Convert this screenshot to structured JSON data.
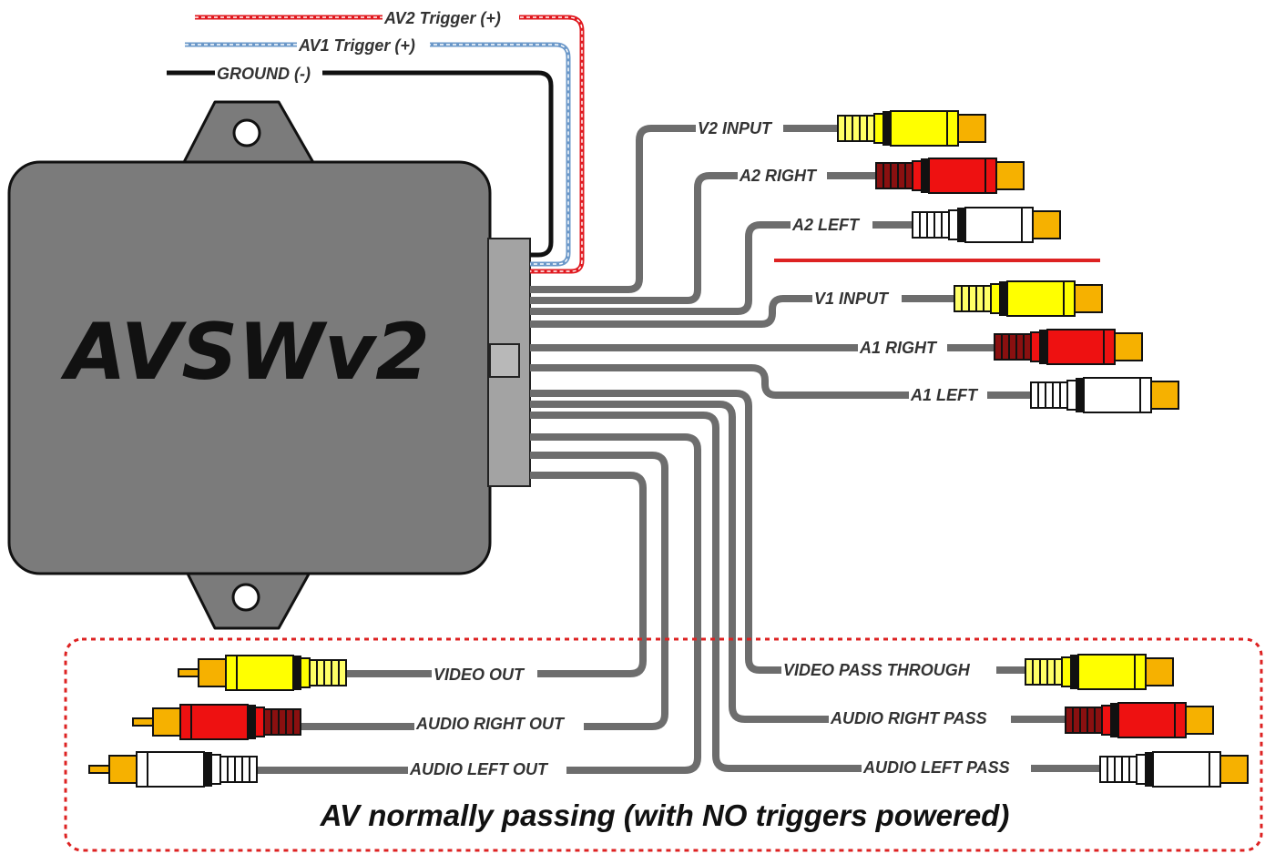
{
  "title": "AVSWv2",
  "footer_note": "AV normally passing (with NO triggers powered)",
  "trigger_wires": [
    {
      "label": "AV2 Trigger (+)",
      "color": "#e0191f",
      "style": "dashed"
    },
    {
      "label": "AV1 Trigger (+)",
      "color": "#6b98c9",
      "style": "dashed"
    },
    {
      "label": "GROUND (-)",
      "color": "#111111",
      "style": "solid"
    }
  ],
  "input_group_2": [
    {
      "label": "V2 INPUT",
      "plug_color": "yellow"
    },
    {
      "label": "A2 RIGHT",
      "plug_color": "red"
    },
    {
      "label": "A2 LEFT",
      "plug_color": "white"
    }
  ],
  "input_group_1": [
    {
      "label": "V1 INPUT",
      "plug_color": "yellow"
    },
    {
      "label": "A1 RIGHT",
      "plug_color": "red"
    },
    {
      "label": "A1 LEFT",
      "plug_color": "white"
    }
  ],
  "outputs": [
    {
      "label": "VIDEO OUT",
      "plug_color": "yellow"
    },
    {
      "label": "AUDIO RIGHT OUT",
      "plug_color": "red"
    },
    {
      "label": "AUDIO LEFT OUT",
      "plug_color": "white"
    }
  ],
  "pass_through": [
    {
      "label": "VIDEO PASS THROUGH",
      "plug_color": "yellow"
    },
    {
      "label": "AUDIO RIGHT PASS",
      "plug_color": "red"
    },
    {
      "label": "AUDIO LEFT PASS",
      "plug_color": "white"
    }
  ],
  "colors": {
    "box_fill": "#7b7b7b",
    "cable": "#6d6d6d",
    "plug_yellow": "#ffff00",
    "plug_red": "#ee1111",
    "plug_white": "#ffffff",
    "plug_tip": "#f6b100",
    "divider": "#dd2222",
    "group_border": "#dd2222"
  }
}
